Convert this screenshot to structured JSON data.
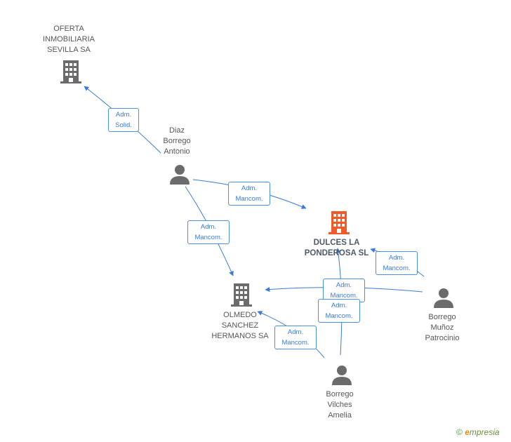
{
  "nodes": {
    "oferta": {
      "label": "OFERTA\nINMOBILIARIA\nSEVILLA SA",
      "kind": "company"
    },
    "diaz": {
      "label": "Diaz\nBorrego\nAntonio",
      "kind": "person"
    },
    "dulces": {
      "label": "DULCES LA\nPONDEROSA SL",
      "kind": "company-main"
    },
    "olmedo": {
      "label": "OLMEDO\nSANCHEZ\nHERMANOS SA",
      "kind": "company"
    },
    "munoz": {
      "label": "Borrego\nMuñoz\nPatrocinio",
      "kind": "person"
    },
    "vilches": {
      "label": "Borrego\nVilches\nAmelia",
      "kind": "person"
    }
  },
  "edges": {
    "diaz_oferta": "Adm.\nSolid.",
    "diaz_dulces": "Adm.\nMancom.",
    "diaz_olmedo": "Adm.\nMancom.",
    "munoz_dulces": "Adm.\nMancom.",
    "munoz_olmedo": "Adm.\nMancom.",
    "vilches_dulces": "Adm.\nMancom.",
    "vilches_olmedo": "Adm.\nMancom."
  },
  "colors": {
    "edge": "#3a7bd5",
    "company": "#6b6b6b",
    "company_main": "#f05a28",
    "person": "#6b6b6b"
  },
  "brand": {
    "copyright": "©",
    "initial": "e",
    "rest": "mpresia"
  }
}
